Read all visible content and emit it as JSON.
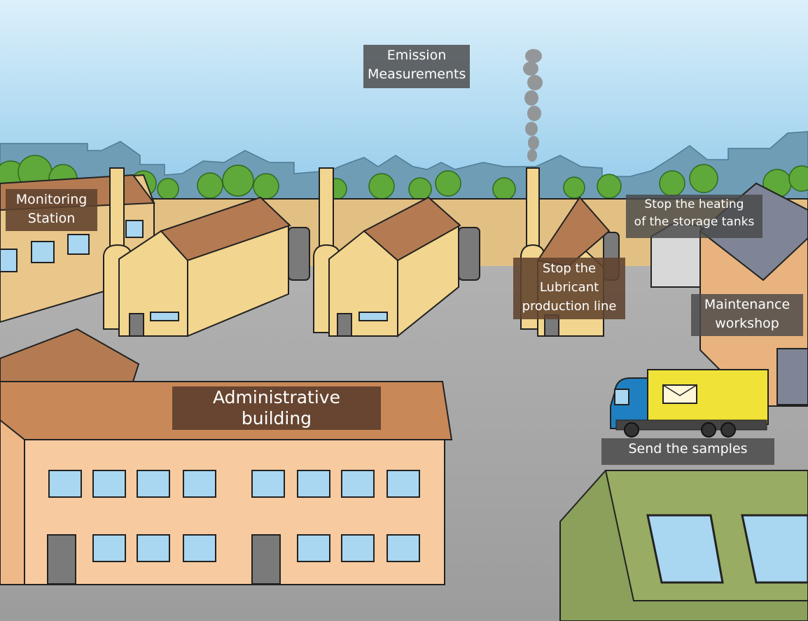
{
  "scene": {
    "colors": {
      "sky_top": "#dcf0fb",
      "sky_bottom": "#8fc9ea",
      "skyline": "#6f9db6",
      "trees": "#5fa83a",
      "ground": "#a9a9a9",
      "wall": "#e2c083",
      "factory_wall": "#f2d58e",
      "factory_roof": "#b47b52",
      "admin_wall": "#f8caa0",
      "admin_roof": "#c98858",
      "window": "#a9d6f0",
      "truck_cab": "#1f7fc0",
      "truck_box": "#f0e236",
      "green_building": "#8aa05b"
    },
    "icons": [
      "smoke-plume",
      "chimney",
      "delivery-truck",
      "envelope-icon",
      "water-tank",
      "door"
    ]
  },
  "hotspots": {
    "emission": "Emission\nMeasurements",
    "monitoring": "Monitoring\nStation",
    "heating": "Stop the heating\nof the storage tanks",
    "lubricant": "Stop the\nLubricant\nproduction line",
    "maintenance": "Maintenance\nworkshop",
    "admin": "Administrative building",
    "samples": "Send the samples"
  }
}
